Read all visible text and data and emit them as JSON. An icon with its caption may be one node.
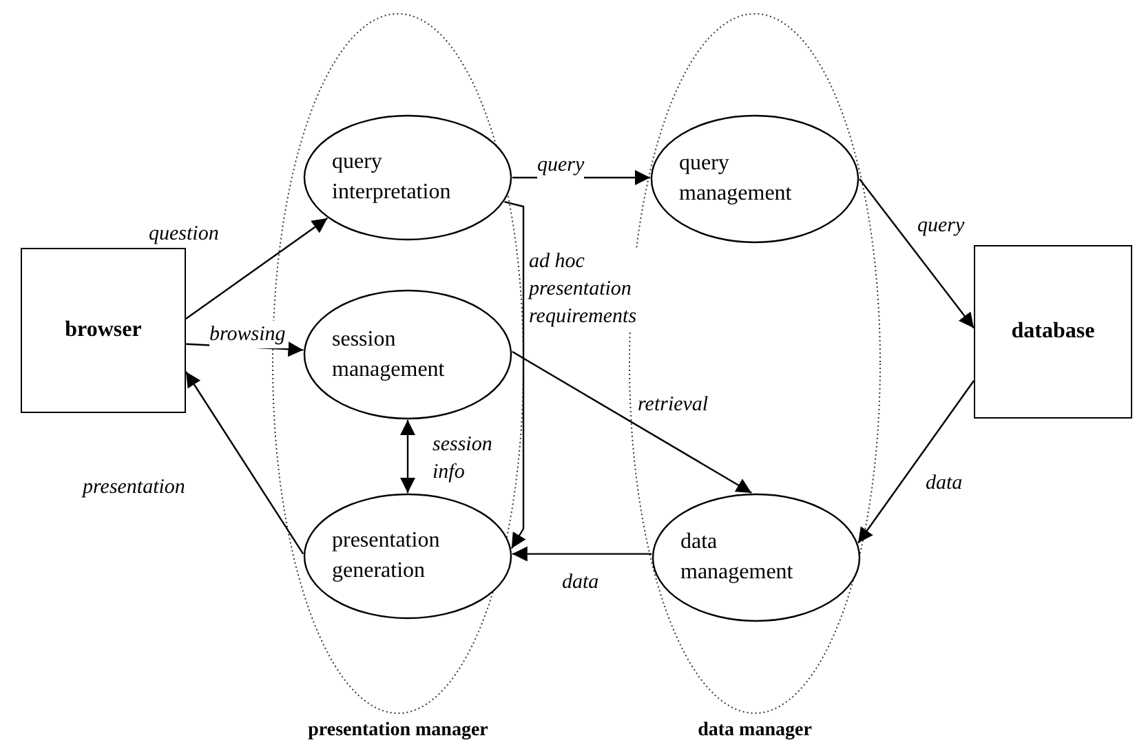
{
  "diagram": {
    "nodes": [
      {
        "text": [
          "browser"
        ]
      },
      {
        "text": [
          "presentation manager"
        ]
      },
      {
        "text": [
          "query interpretation"
        ],
        "in": 1
      },
      {
        "text": [
          "session management"
        ],
        "in": 1
      },
      {
        "text": [
          "presentation generation"
        ],
        "in": 1
      },
      {
        "text": [
          "data manager"
        ]
      },
      {
        "text": [
          "query management"
        ],
        "in": 5
      },
      {
        "text": [
          "data management"
        ],
        "in": 5
      },
      {
        "text": [
          "database"
        ]
      }
    ],
    "edges": [
      {
        "from": 0,
        "to": 2,
        "arrow": "to",
        "label": "question"
      },
      {
        "from": 0,
        "to": 3,
        "arrow": "to",
        "label": "browsing"
      },
      {
        "from": 4,
        "to": 0,
        "arrow": "to",
        "label": "presentation"
      },
      {
        "from": 3,
        "to": 4,
        "arrow": "both",
        "label": "session info"
      },
      {
        "from": 2,
        "to": 4,
        "arrow": "to",
        "label": "ad hoc presentation requirements"
      },
      {
        "from": 2,
        "to": 6,
        "arrow": "to",
        "label": "query"
      },
      {
        "from": 6,
        "to": 8,
        "arrow": "to",
        "label": "query"
      },
      {
        "from": 8,
        "to": 7,
        "arrow": "to",
        "label": "data"
      },
      {
        "from": 3,
        "to": 7,
        "arrow": "to",
        "label": "retrieval"
      },
      {
        "from": 7,
        "to": 4,
        "arrow": "to",
        "label": "data"
      }
    ]
  }
}
